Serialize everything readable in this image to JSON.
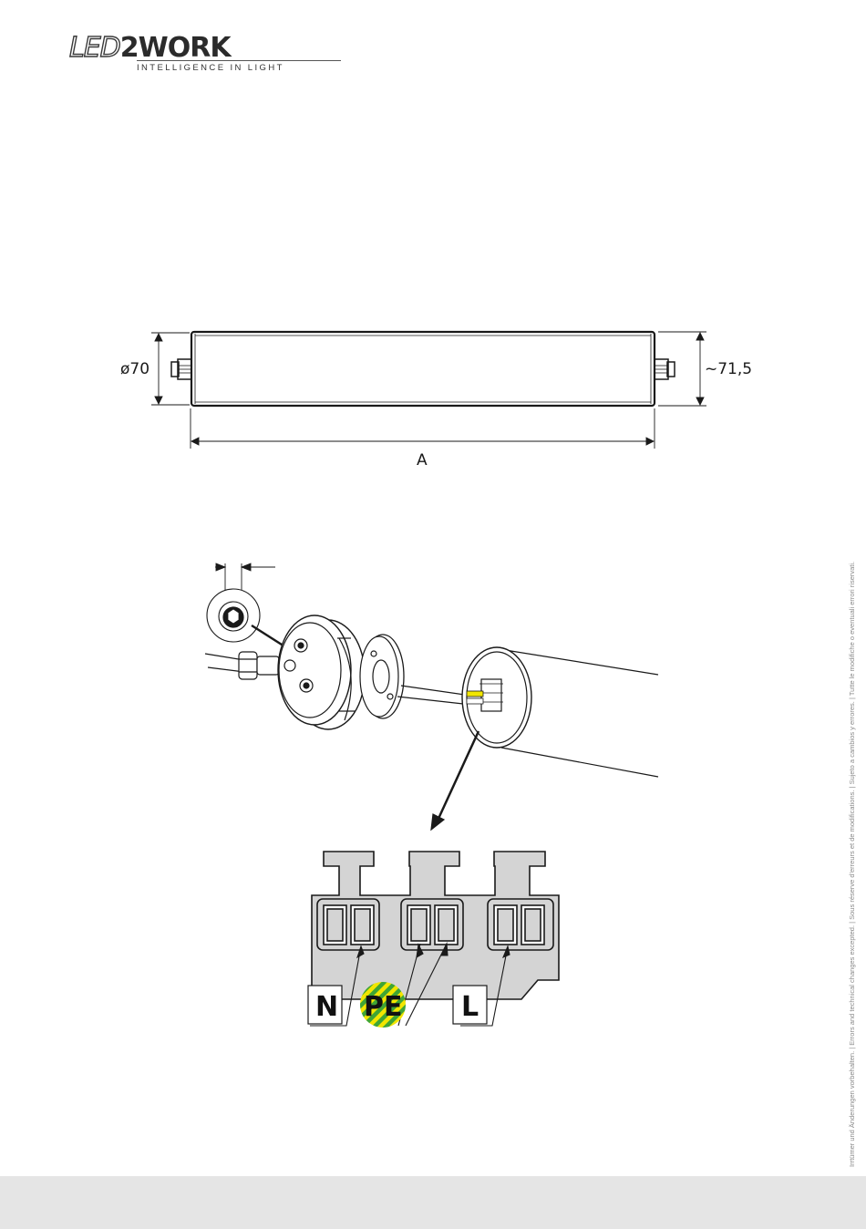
{
  "brand": {
    "wordmark_led": "LED",
    "wordmark_rest": "2WORK",
    "tagline": "INTELLIGENCE IN LIGHT"
  },
  "dimensions": {
    "diameter_label": "ø70",
    "height_label": "~71,5",
    "length_label": "A"
  },
  "terminals": {
    "neutral": "N",
    "earth": "PE",
    "live": "L"
  },
  "footer_note": "Irrtümer und Änderungen vorbehalten. | Errors and technical changes excepted. | Sous réserve d'erreurs et de modifications. | Sujeto a cambios y errores. | Tutte le modifiche o eventuali errori riservati.",
  "colors": {
    "earth_green": "#3fa535",
    "earth_yellow": "#f2e600",
    "terminal_block": "#d4d4d4",
    "footer_band": "#e5e5e5"
  }
}
